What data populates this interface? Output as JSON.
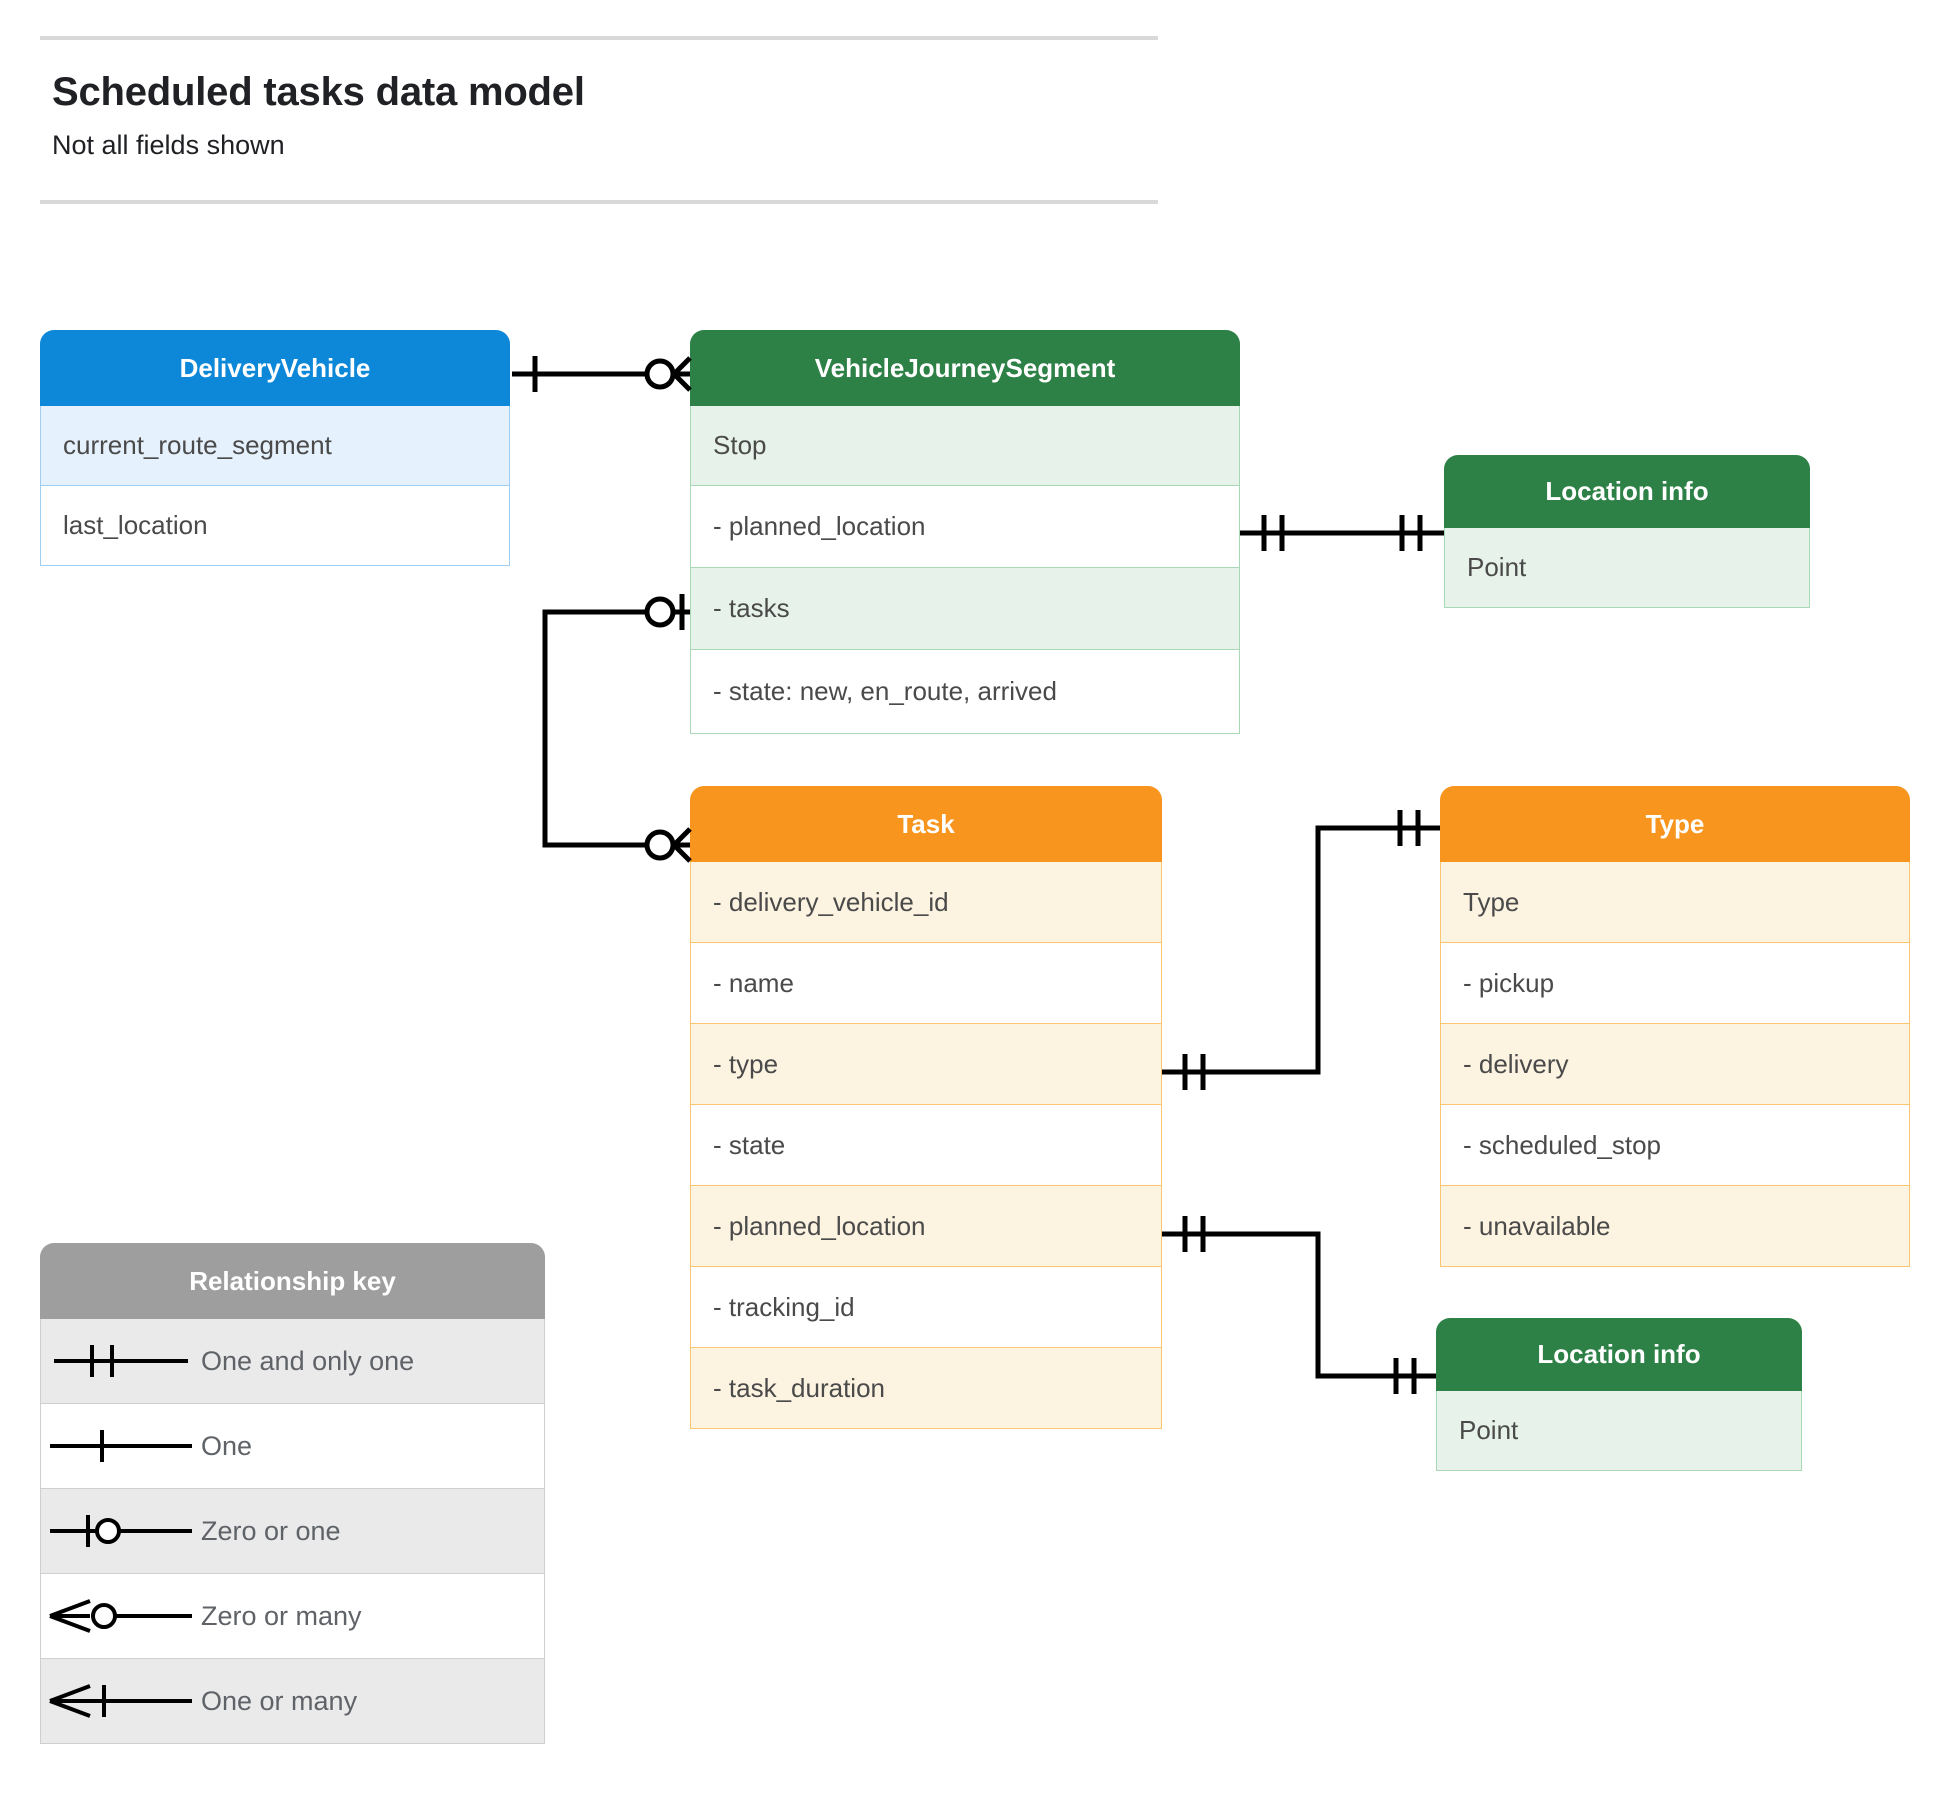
{
  "header": {
    "title": "Scheduled tasks data model",
    "subtitle": "Not all fields shown"
  },
  "colors": {
    "blue_header": "#0d87d8",
    "blue_row_alt": "#e5f1fc",
    "blue_border": "#9ecff2",
    "green_header": "#2d8046",
    "green_row_alt": "#e7f3ea",
    "green_border": "#a8d8b6",
    "orange_header": "#f7951f",
    "orange_row_alt": "#fdf3e1",
    "orange_border": "#fbc670",
    "grey_header": "#9e9e9e",
    "grey_row_alt": "#eaeaea",
    "connector": "#000000",
    "text": "#4a4a4a",
    "title_text": "#202124"
  },
  "entities": {
    "delivery_vehicle": {
      "title": "DeliveryVehicle",
      "rows": [
        "current_route_segment",
        "last_location"
      ]
    },
    "vehicle_journey_segment": {
      "title": "VehicleJourneySegment",
      "rows": [
        "Stop",
        "-  planned_location",
        "- tasks",
        "- state: new, en_route, arrived"
      ]
    },
    "location_info_top": {
      "title": "Location info",
      "rows": [
        "Point"
      ]
    },
    "location_info_bottom": {
      "title": "Location info",
      "rows": [
        "Point"
      ]
    },
    "task": {
      "title": "Task",
      "rows": [
        "- delivery_vehicle_id",
        "- name",
        "- type",
        "- state",
        "- planned_location",
        "- tracking_id",
        "- task_duration"
      ]
    },
    "type": {
      "title": "Type",
      "rows": [
        "Type",
        "-   pickup",
        "-   delivery",
        "-   scheduled_stop",
        "-   unavailable"
      ]
    }
  },
  "legend": {
    "title": "Relationship key",
    "items": [
      {
        "symbol": "one-and-only-one",
        "label": "One and only one"
      },
      {
        "symbol": "one",
        "label": "One"
      },
      {
        "symbol": "zero-or-one",
        "label": "Zero or one"
      },
      {
        "symbol": "zero-or-many",
        "label": "Zero or many"
      },
      {
        "symbol": "one-or-many",
        "label": "One or many"
      }
    ]
  },
  "relationships": [
    {
      "name": "deliveryvehicle-to-vehiclejourneysegment",
      "from": "DeliveryVehicle",
      "to": "VehicleJourneySegment",
      "from_cardinality": "One",
      "to_cardinality": "Zero or many"
    },
    {
      "name": "vehiclejourneysegment-tasks-to-task",
      "from": "VehicleJourneySegment.tasks",
      "to": "Task",
      "from_cardinality": "Zero or one",
      "to_cardinality": "Zero or many"
    },
    {
      "name": "vehiclejourneysegment-plannedlocation-to-locationinfo",
      "from": "VehicleJourneySegment.planned_location",
      "to": "Location info",
      "from_cardinality": "One and only one",
      "to_cardinality": "One and only one"
    },
    {
      "name": "task-type-to-type",
      "from": "Task.type",
      "to": "Type",
      "from_cardinality": "One and only one",
      "to_cardinality": "One and only one"
    },
    {
      "name": "task-plannedlocation-to-locationinfo",
      "from": "Task.planned_location",
      "to": "Location info",
      "from_cardinality": "One and only one",
      "to_cardinality": "One and only one"
    }
  ]
}
